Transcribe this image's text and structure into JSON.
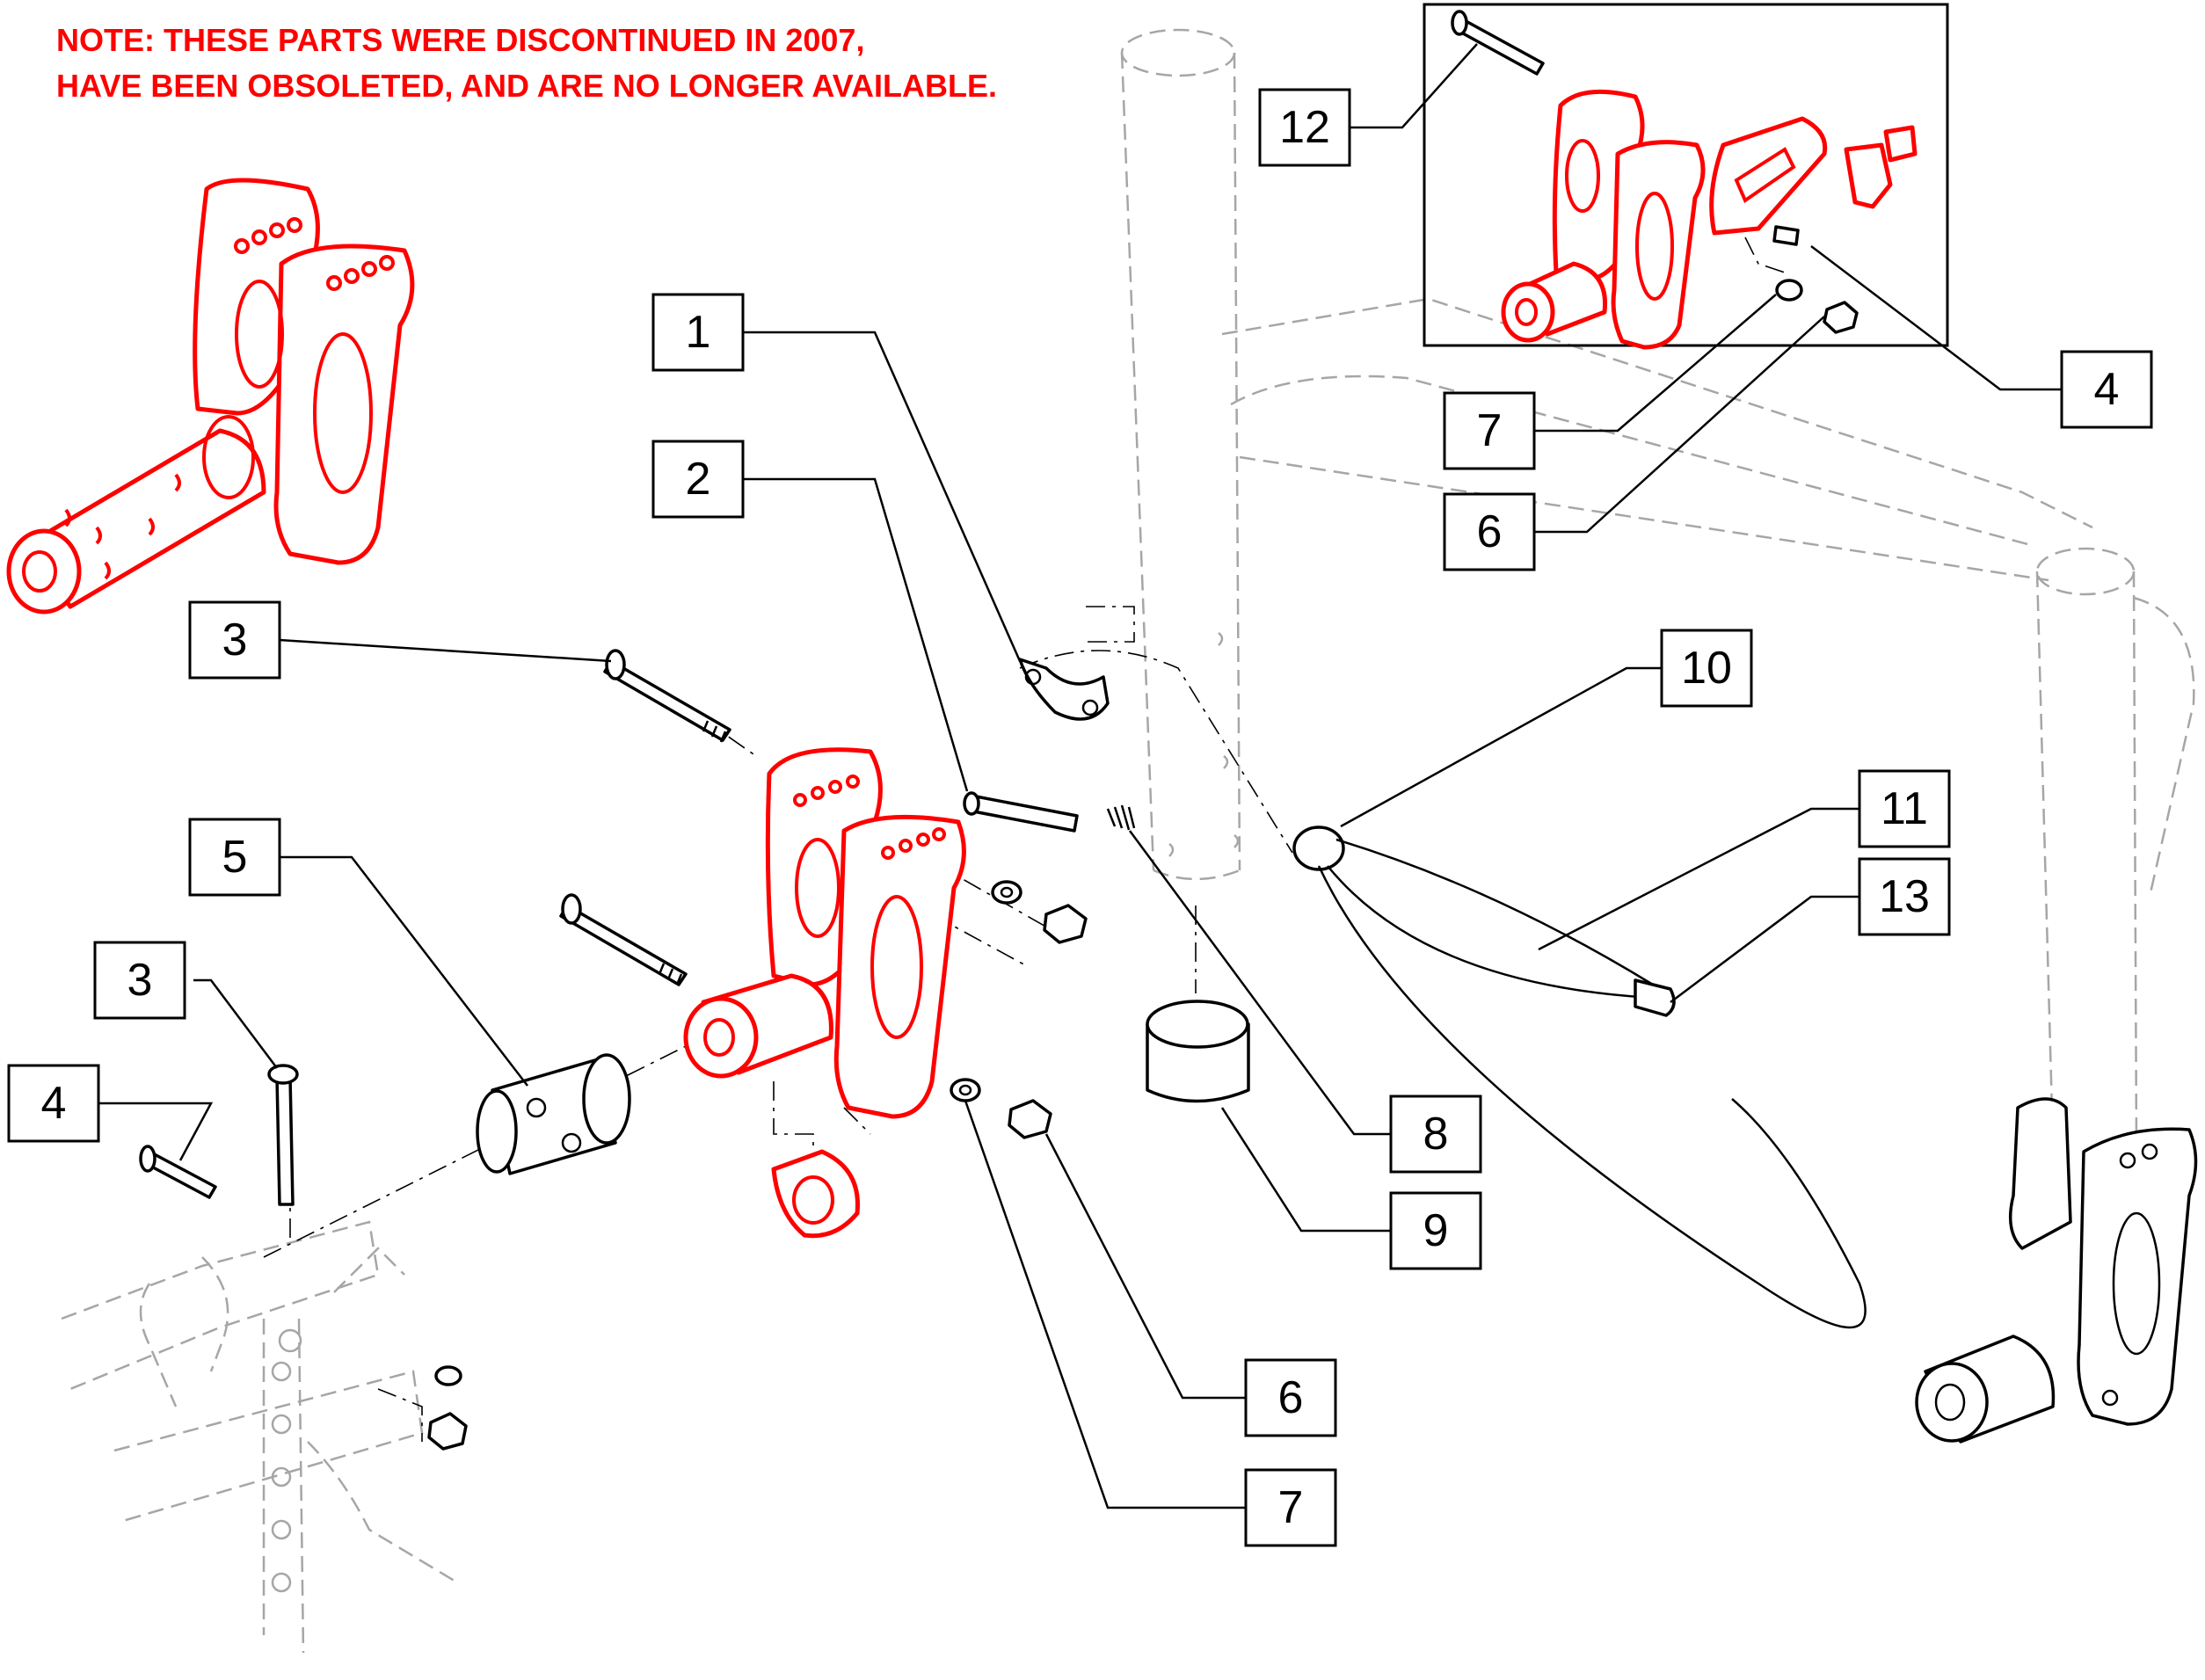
{
  "note": {
    "line1": "NOTE: THESE PARTS WERE DISCONTINUED IN 2007,",
    "line2": "HAVE BEEN OBSOLETED, AND ARE NO LONGER AVAILABLE."
  },
  "callouts": {
    "c1": "1",
    "c2": "2",
    "c3a": "3",
    "c3b": "3",
    "c4a": "4",
    "c4b": "4",
    "c5": "5",
    "c6a": "6",
    "c6b": "6",
    "c7a": "7",
    "c7b": "7",
    "c8": "8",
    "c9": "9",
    "c10": "10",
    "c11": "11",
    "c12": "12",
    "c13": "13"
  },
  "colors": {
    "highlight": "#ff0000",
    "outline": "#000000",
    "ghost": "#a6a6a6"
  }
}
